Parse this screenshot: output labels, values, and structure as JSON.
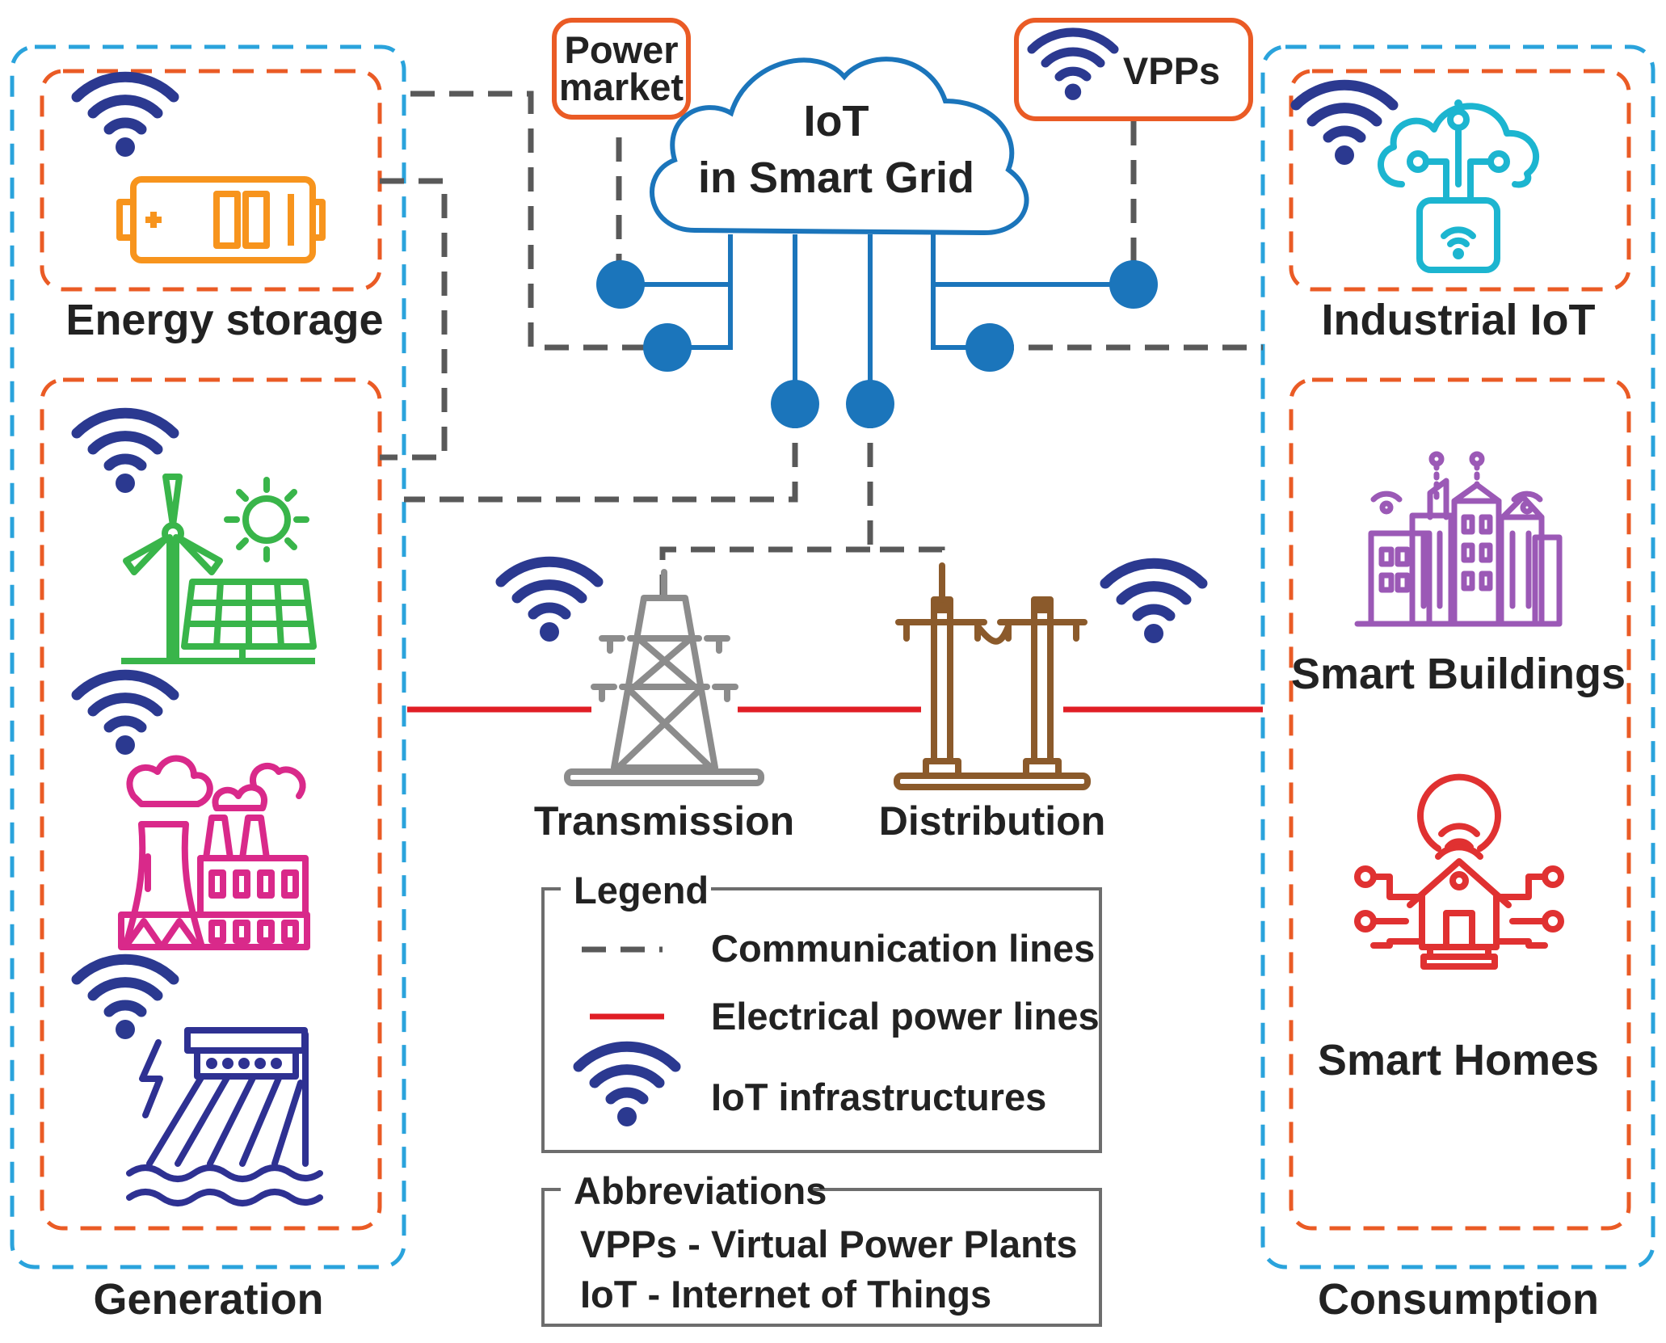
{
  "cloud": {
    "line1": "IoT",
    "line2": "in Smart Grid"
  },
  "power_market": {
    "line1": "Power",
    "line2": "market"
  },
  "vpps": {
    "label": "VPPs"
  },
  "generation": {
    "label": "Generation",
    "energy_storage": "Energy storage"
  },
  "consumption": {
    "label": "Consumption",
    "industrial_iot": "Industrial IoT",
    "smart_buildings": "Smart Buildings",
    "smart_homes": "Smart Homes"
  },
  "grid": {
    "transmission": "Transmission",
    "distribution": "Distribution"
  },
  "legend": {
    "title": "Legend",
    "communication": "Communication lines",
    "electrical": "Electrical power lines",
    "iot": "IoT infrastructures"
  },
  "abbreviations": {
    "title": "Abbreviations",
    "vpps": "VPPs - Virtual Power Plants",
    "iot": "IoT - Internet of Things"
  },
  "colors": {
    "wifi": "#2b3990",
    "generation_border": "#2aa3dc",
    "group_border": "#ea5b25",
    "communication_line": "#595959",
    "power_line": "#e01e25",
    "cloud": "#1b75bb",
    "battery": "#f7941d",
    "renewables": "#39b54a",
    "thermal": "#d9298a",
    "hydro": "#2e3192",
    "industrial": "#1cb5d0",
    "buildings": "#9b59b6",
    "homes": "#e03131",
    "transmission": "#8c8c8c",
    "distribution": "#8b5a2b"
  },
  "icons": [
    "wifi-icon",
    "battery-icon",
    "wind-turbine-icon",
    "sun-icon",
    "solar-panel-icon",
    "thermal-plant-icon",
    "hydro-dam-icon",
    "industrial-cloud-icon",
    "smart-buildings-icon",
    "smart-home-icon",
    "transmission-tower-icon",
    "distribution-pole-icon",
    "cloud-icon"
  ]
}
